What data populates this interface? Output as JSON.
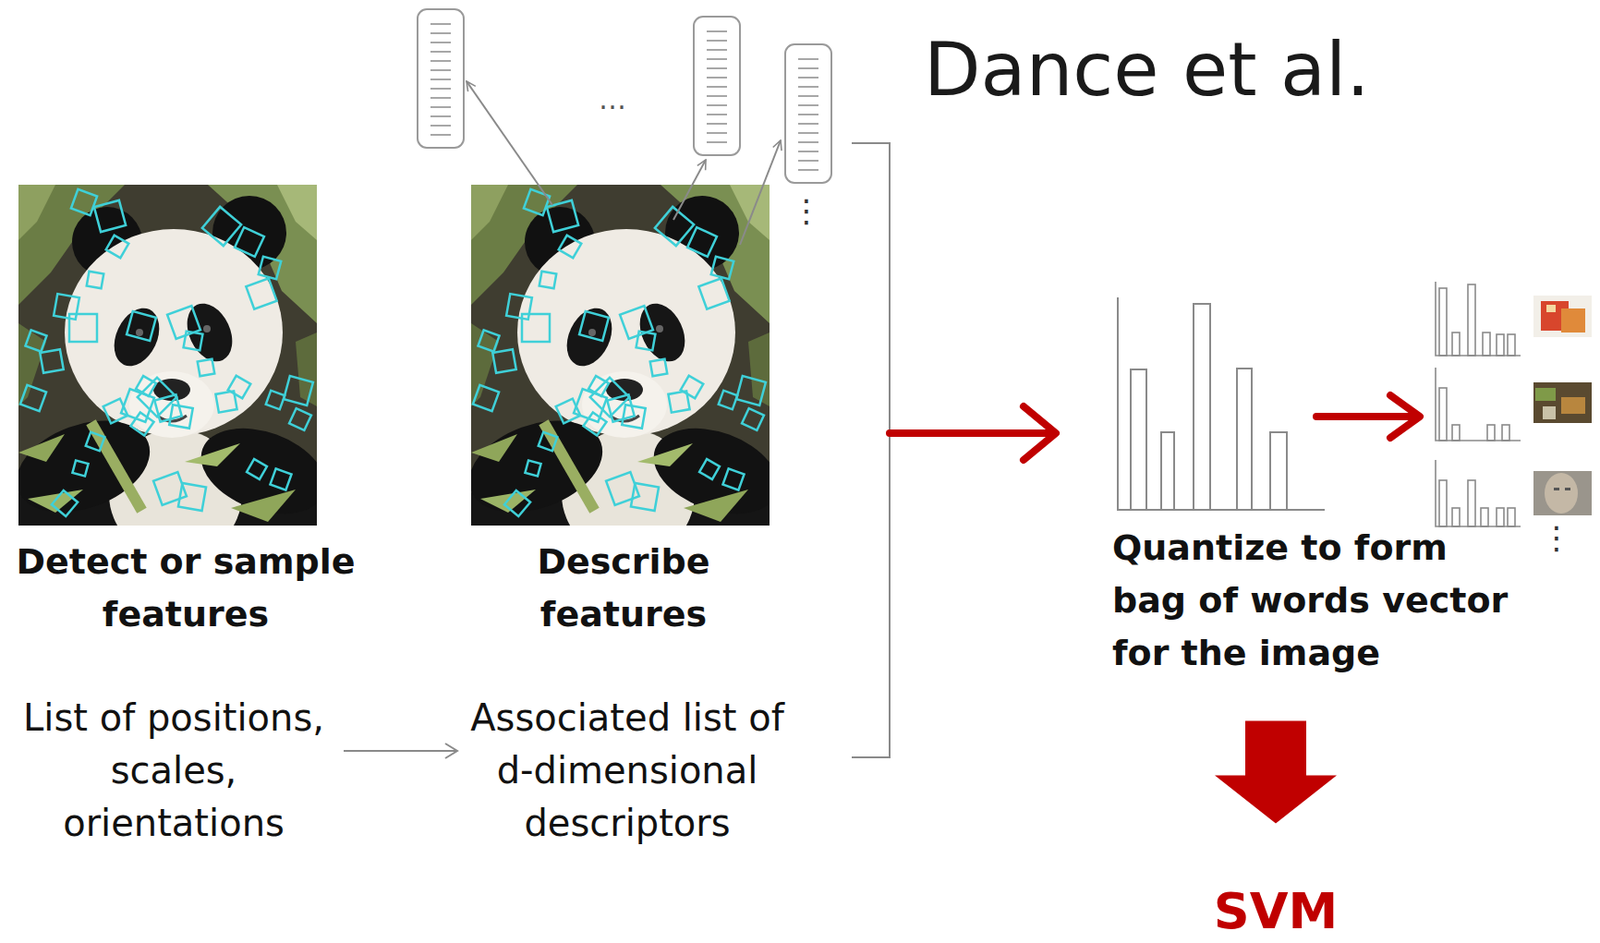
{
  "diagram": {
    "title": "Dance et al.",
    "nodes": [
      {
        "text": [
          "Detect or sample features"
        ]
      },
      {
        "text": [
          "Describe features"
        ]
      },
      {
        "text": [
          "Quantize to form bag of words vector for the image"
        ]
      },
      {
        "text": [
          "List of positions, scales, orientations"
        ]
      },
      {
        "text": [
          "Associated list of d-dimensional descriptors"
        ]
      },
      {
        "text": [
          "SVM"
        ]
      }
    ],
    "edges": [
      {
        "from": 3,
        "to": 4,
        "arrow": "to"
      },
      {
        "from": 2,
        "to": 5,
        "arrow": "to"
      }
    ],
    "labels": [
      "…",
      "⋮",
      "⋮"
    ]
  }
}
